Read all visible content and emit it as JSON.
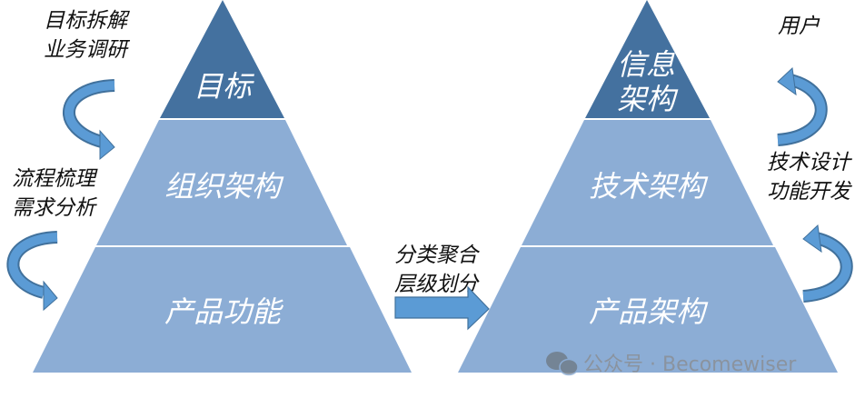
{
  "colors": {
    "top_tier": "#44719f",
    "lower_tier": "#8cadd5",
    "arrow_fill": "#5b9bd5",
    "arrow_edge": "#41719c"
  },
  "left_pyramid": {
    "tiers": [
      "目标",
      "组织架构",
      "产品功能"
    ],
    "annotations": [
      {
        "line1": "目标拆解",
        "line2": "业务调研"
      },
      {
        "line1": "流程梳理",
        "line2": "需求分析"
      }
    ]
  },
  "middle_arrow": {
    "line1": "分类聚合",
    "line2": "层级划分"
  },
  "right_pyramid": {
    "tiers": {
      "top_line1": "信息",
      "top_line2": "架构",
      "middle": "技术架构",
      "bottom": "产品架构"
    },
    "annotations": [
      {
        "line1": "用户"
      },
      {
        "line1": "技术设计",
        "line2": "功能开发"
      }
    ]
  },
  "watermark": {
    "text": "公众号 · Becomewiser",
    "icon": "wechat-icon"
  }
}
